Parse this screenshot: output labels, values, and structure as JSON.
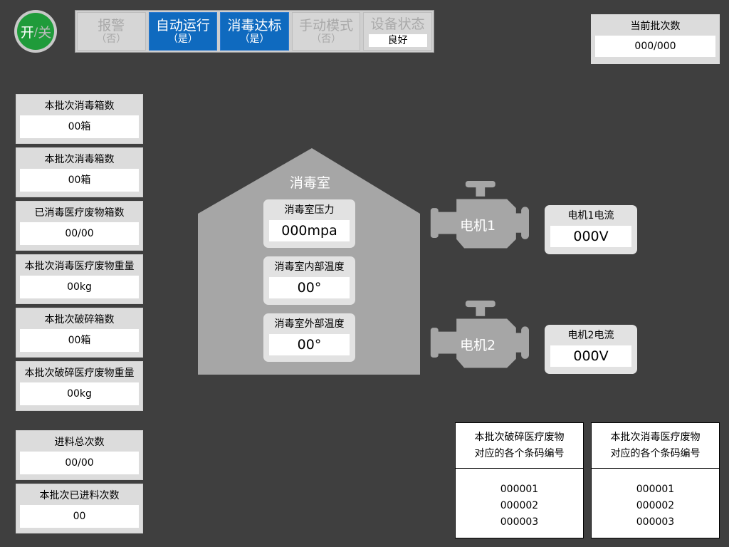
{
  "power": {
    "on_label": "开",
    "separator": "/",
    "off_label": "关"
  },
  "status_tabs": [
    {
      "title": "报警",
      "sub": "（否）",
      "active": false
    },
    {
      "title": "自动运行",
      "sub": "（是）",
      "active": true
    },
    {
      "title": "消毒达标",
      "sub": "（是）",
      "active": true
    },
    {
      "title": "手动模式",
      "sub": "（否）",
      "active": false
    }
  ],
  "device_status": {
    "title": "设备状态",
    "value": "良好"
  },
  "batch_count": {
    "label": "当前批次数",
    "value": "000/000"
  },
  "left_cards": [
    {
      "label": "本批次消毒箱数",
      "value": "00箱"
    },
    {
      "label": "本批次消毒箱数",
      "value": "00箱"
    },
    {
      "label": "已消毒医疗废物箱数",
      "value": "00/00"
    },
    {
      "label": "本批次消毒医疗废物重量",
      "value": "00kg"
    },
    {
      "label": "本批次破碎箱数",
      "value": "00箱"
    },
    {
      "label": "本批次破碎医疗废物重量",
      "value": "00kg"
    }
  ],
  "feed_cards": [
    {
      "label": "进料总次数",
      "value": "00/00"
    },
    {
      "label": "本批次已进料次数",
      "value": "00"
    }
  ],
  "chamber": {
    "title": "消毒室",
    "pressure": {
      "label": "消毒室压力",
      "value": "000mpa"
    },
    "inner_temp": {
      "label": "消毒室内部温度",
      "value": "00°"
    },
    "outer_temp": {
      "label": "消毒室外部温度",
      "value": "00°"
    }
  },
  "motors": [
    {
      "name": "电机1",
      "current_label": "电机1电流",
      "current_value": "000V"
    },
    {
      "name": "电机2",
      "current_label": "电机2电流",
      "current_value": "000V"
    }
  ],
  "barcode_panels": [
    {
      "title_line1": "本批次破碎医疗废物",
      "title_line2": "对应的各个条码编号",
      "codes": [
        "000001",
        "000002",
        "000003"
      ]
    },
    {
      "title_line1": "本批次消毒医疗废物",
      "title_line2": "对应的各个条码编号",
      "codes": [
        "000001",
        "000002",
        "000003"
      ]
    }
  ],
  "colors": {
    "background": "#3f3f3f",
    "active_tab": "#0f6abf",
    "power_on": "#1f9b3a",
    "shape_gray": "#a6a6a6"
  }
}
